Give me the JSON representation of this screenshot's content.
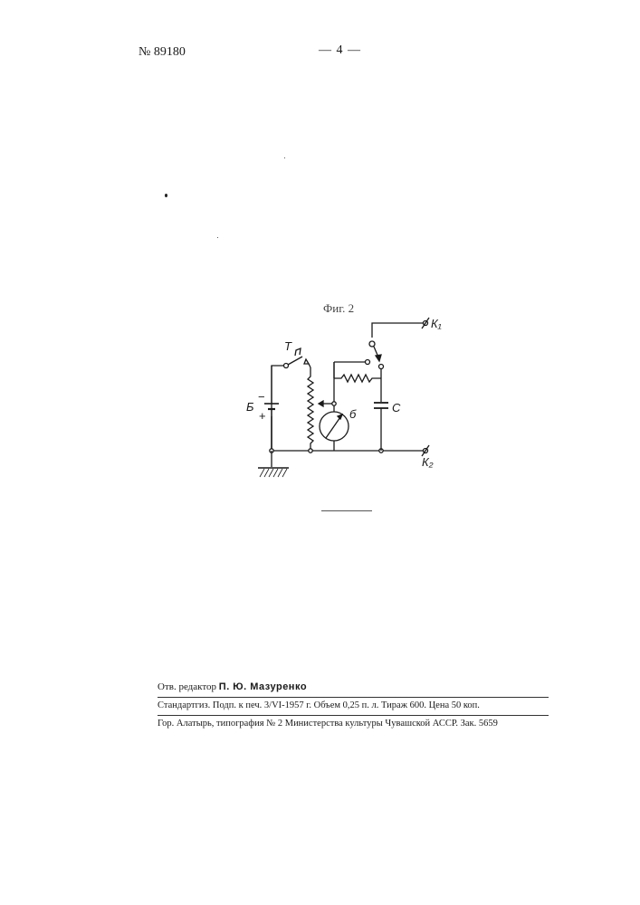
{
  "header": {
    "patent_number": "№ 89180",
    "page_number": "— 4 —"
  },
  "figure": {
    "caption": "Фиг. 2",
    "labels": {
      "battery": "Б",
      "battery_minus": "−",
      "battery_plus": "+",
      "key": "Т",
      "galvanometer": "б",
      "capacitor": "С",
      "terminal_1": "К₁",
      "terminal_2": "К₂"
    }
  },
  "imprint": {
    "editor_label": "Отв. редактор",
    "editor_name": "П. Ю. Мазуренко",
    "publication_line": "Стандартгиз. Подп. к печ. 3/VI-1957 г. Объем 0,25 п. л. Тираж 600. Цена 50 коп.",
    "printer_line": "Гор. Алатырь, типография № 2 Министерства культуры Чувашской АССР. Зак. 5659"
  }
}
